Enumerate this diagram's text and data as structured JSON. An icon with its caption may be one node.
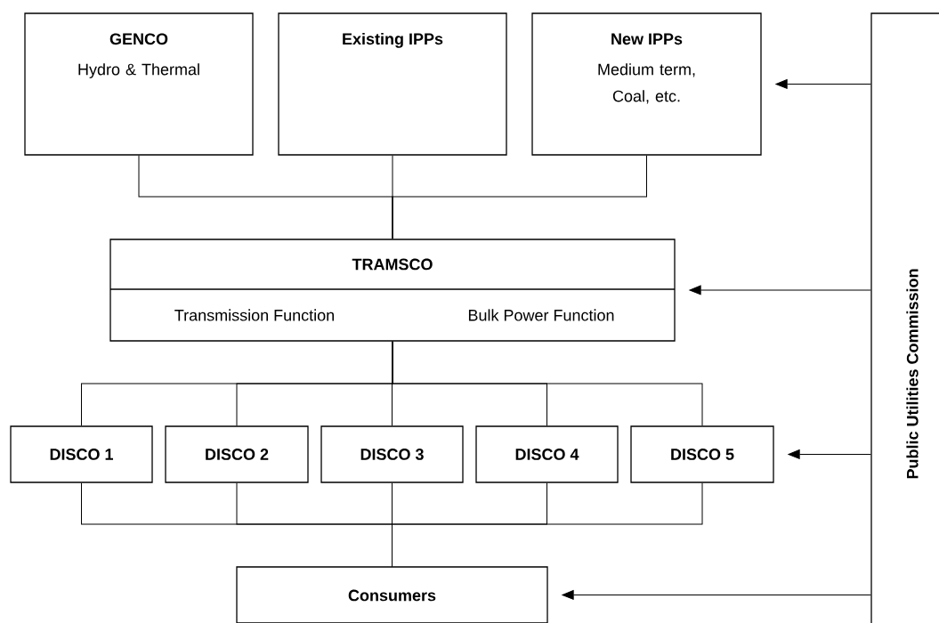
{
  "diagram": {
    "nodes": [
      {
        "text": [
          "GENCO",
          "Hydro & Thermal"
        ]
      },
      {
        "text": [
          "Existing IPPs"
        ]
      },
      {
        "text": [
          "New IPPs",
          "Medium term, Coal, etc."
        ]
      },
      {
        "text": [
          "TRAMSCO",
          "Transmission Function",
          "Bulk Power Function"
        ]
      },
      {
        "text": [
          "DISCO 1"
        ]
      },
      {
        "text": [
          "DISCO 2"
        ]
      },
      {
        "text": [
          "DISCO 3"
        ]
      },
      {
        "text": [
          "DISCO 4"
        ]
      },
      {
        "text": [
          "DISCO 5"
        ]
      },
      {
        "text": [
          "Consumers"
        ]
      },
      {
        "text": [
          "Public Utilities Commission"
        ]
      }
    ],
    "edges": [
      {
        "from": 0,
        "to": 3,
        "arrow": "none"
      },
      {
        "from": 1,
        "to": 3,
        "arrow": "none"
      },
      {
        "from": 2,
        "to": 3,
        "arrow": "none"
      },
      {
        "from": 3,
        "to": 4,
        "arrow": "none"
      },
      {
        "from": 3,
        "to": 5,
        "arrow": "none"
      },
      {
        "from": 3,
        "to": 6,
        "arrow": "none"
      },
      {
        "from": 3,
        "to": 7,
        "arrow": "none"
      },
      {
        "from": 3,
        "to": 8,
        "arrow": "none"
      },
      {
        "from": 4,
        "to": 9,
        "arrow": "none"
      },
      {
        "from": 5,
        "to": 9,
        "arrow": "none"
      },
      {
        "from": 6,
        "to": 9,
        "arrow": "none"
      },
      {
        "from": 7,
        "to": 9,
        "arrow": "none"
      },
      {
        "from": 8,
        "to": 9,
        "arrow": "none"
      },
      {
        "from": 10,
        "to": 2,
        "arrow": "to"
      },
      {
        "from": 10,
        "to": 3,
        "arrow": "to"
      },
      {
        "from": 10,
        "to": 8,
        "arrow": "to"
      },
      {
        "from": 10,
        "to": 9,
        "arrow": "to"
      }
    ]
  }
}
